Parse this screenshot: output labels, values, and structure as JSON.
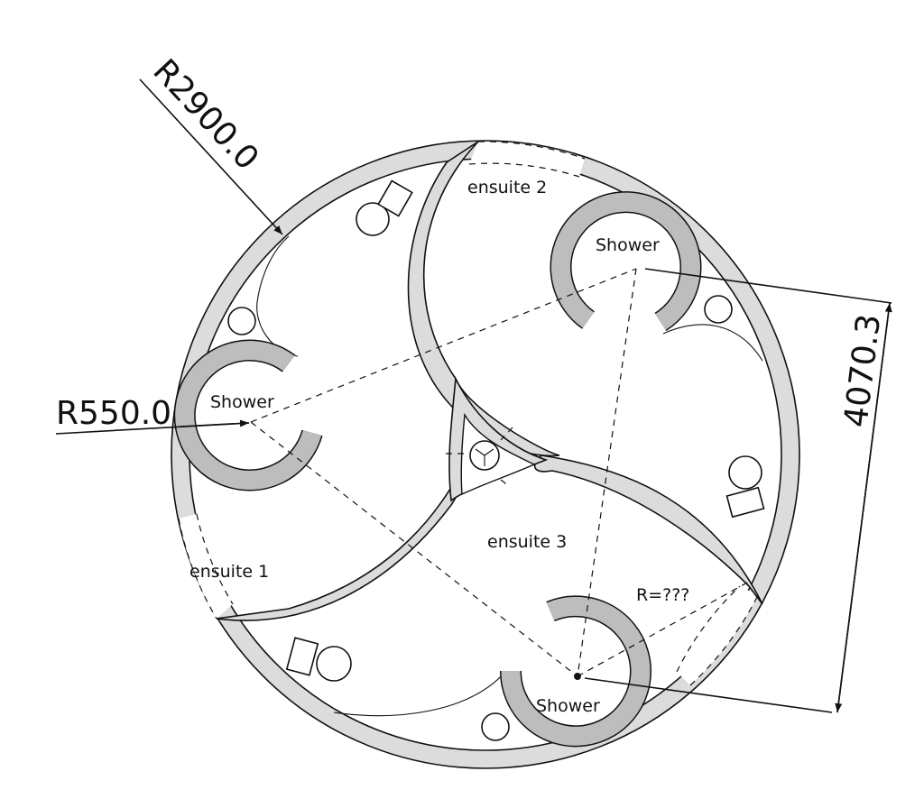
{
  "rooms": {
    "ensuite_1": "ensuite 1",
    "ensuite_2": "ensuite 2",
    "ensuite_3": "ensuite 3"
  },
  "showers": {
    "label_left": "Shower",
    "label_top": "Shower",
    "label_bottom": "Shower"
  },
  "dimensions": {
    "outer_radius": "R2900.0",
    "shower_radius": "R550.0",
    "span": "4070.3",
    "unknown_radius": "R=???"
  },
  "colors": {
    "wall_fill": "#dcdcdc",
    "shower_fill": "#bdbdbd",
    "line": "#111111"
  }
}
